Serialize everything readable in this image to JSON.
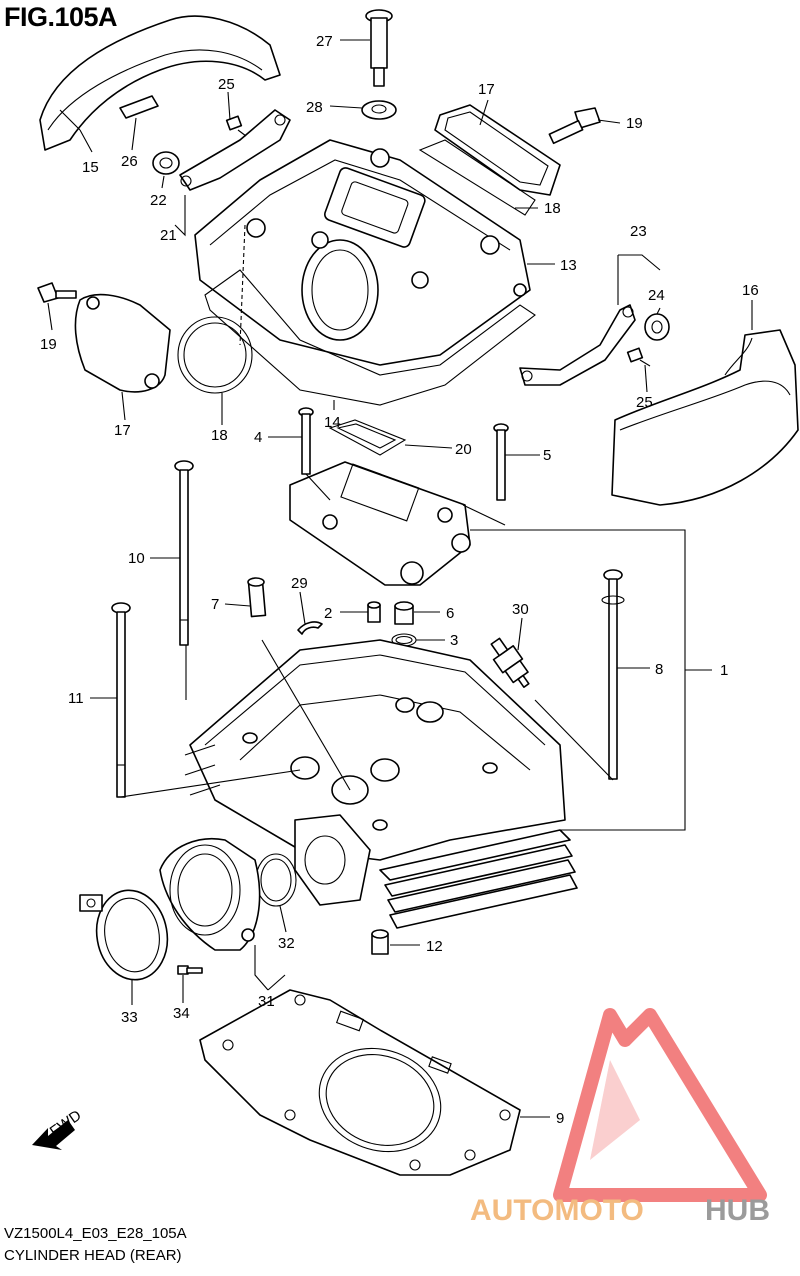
{
  "figure": {
    "title": "FIG.105A",
    "code": "VZ1500L4_E03_E28_105A",
    "caption": "CYLINDER HEAD (REAR)"
  },
  "fwd_arrow": {
    "label": "FWD"
  },
  "watermark": {
    "text_a": "AUTOMOTO",
    "text_b": "HUB",
    "color_a": "#f2b06a",
    "color_b": "#8a8a8a",
    "triangle_color": "#f06a6a"
  },
  "callouts": {
    "c1": "1",
    "c2": "2",
    "c3": "3",
    "c4": "4",
    "c5": "5",
    "c6": "6",
    "c7": "7",
    "c8": "8",
    "c9": "9",
    "c10": "10",
    "c11": "11",
    "c12": "12",
    "c13": "13",
    "c14": "14",
    "c15": "15",
    "c16": "16",
    "c17a": "17",
    "c17b": "17",
    "c18a": "18",
    "c18b": "18",
    "c19a": "19",
    "c19b": "19",
    "c20": "20",
    "c21": "21",
    "c22": "22",
    "c23": "23",
    "c24": "24",
    "c25a": "25",
    "c25b": "25",
    "c26": "26",
    "c27": "27",
    "c28": "28",
    "c29": "29",
    "c30": "30",
    "c31": "31",
    "c32": "32",
    "c33": "33",
    "c34": "34"
  }
}
